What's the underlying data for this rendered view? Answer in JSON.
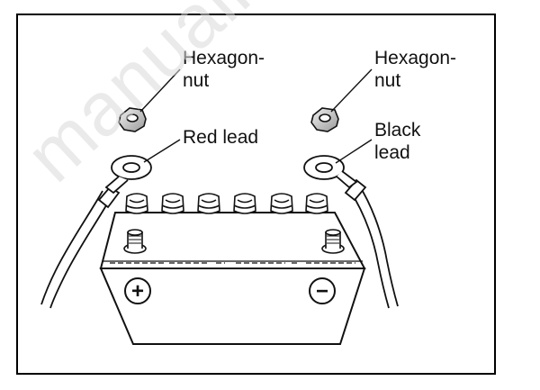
{
  "labels": {
    "left_nut": "Hexagon-\nnut",
    "right_nut": "Hexagon-\nnut",
    "red_lead": "Red lead",
    "black_lead": "Black\nlead"
  },
  "terminals": {
    "positive": "+",
    "negative": "−"
  },
  "watermark": "manualrc.com",
  "colors": {
    "line": "#111111",
    "battery_fill": "#ffffff",
    "cable_fill": "#e6e6e6",
    "nut_fill": "#d6d6d6"
  }
}
